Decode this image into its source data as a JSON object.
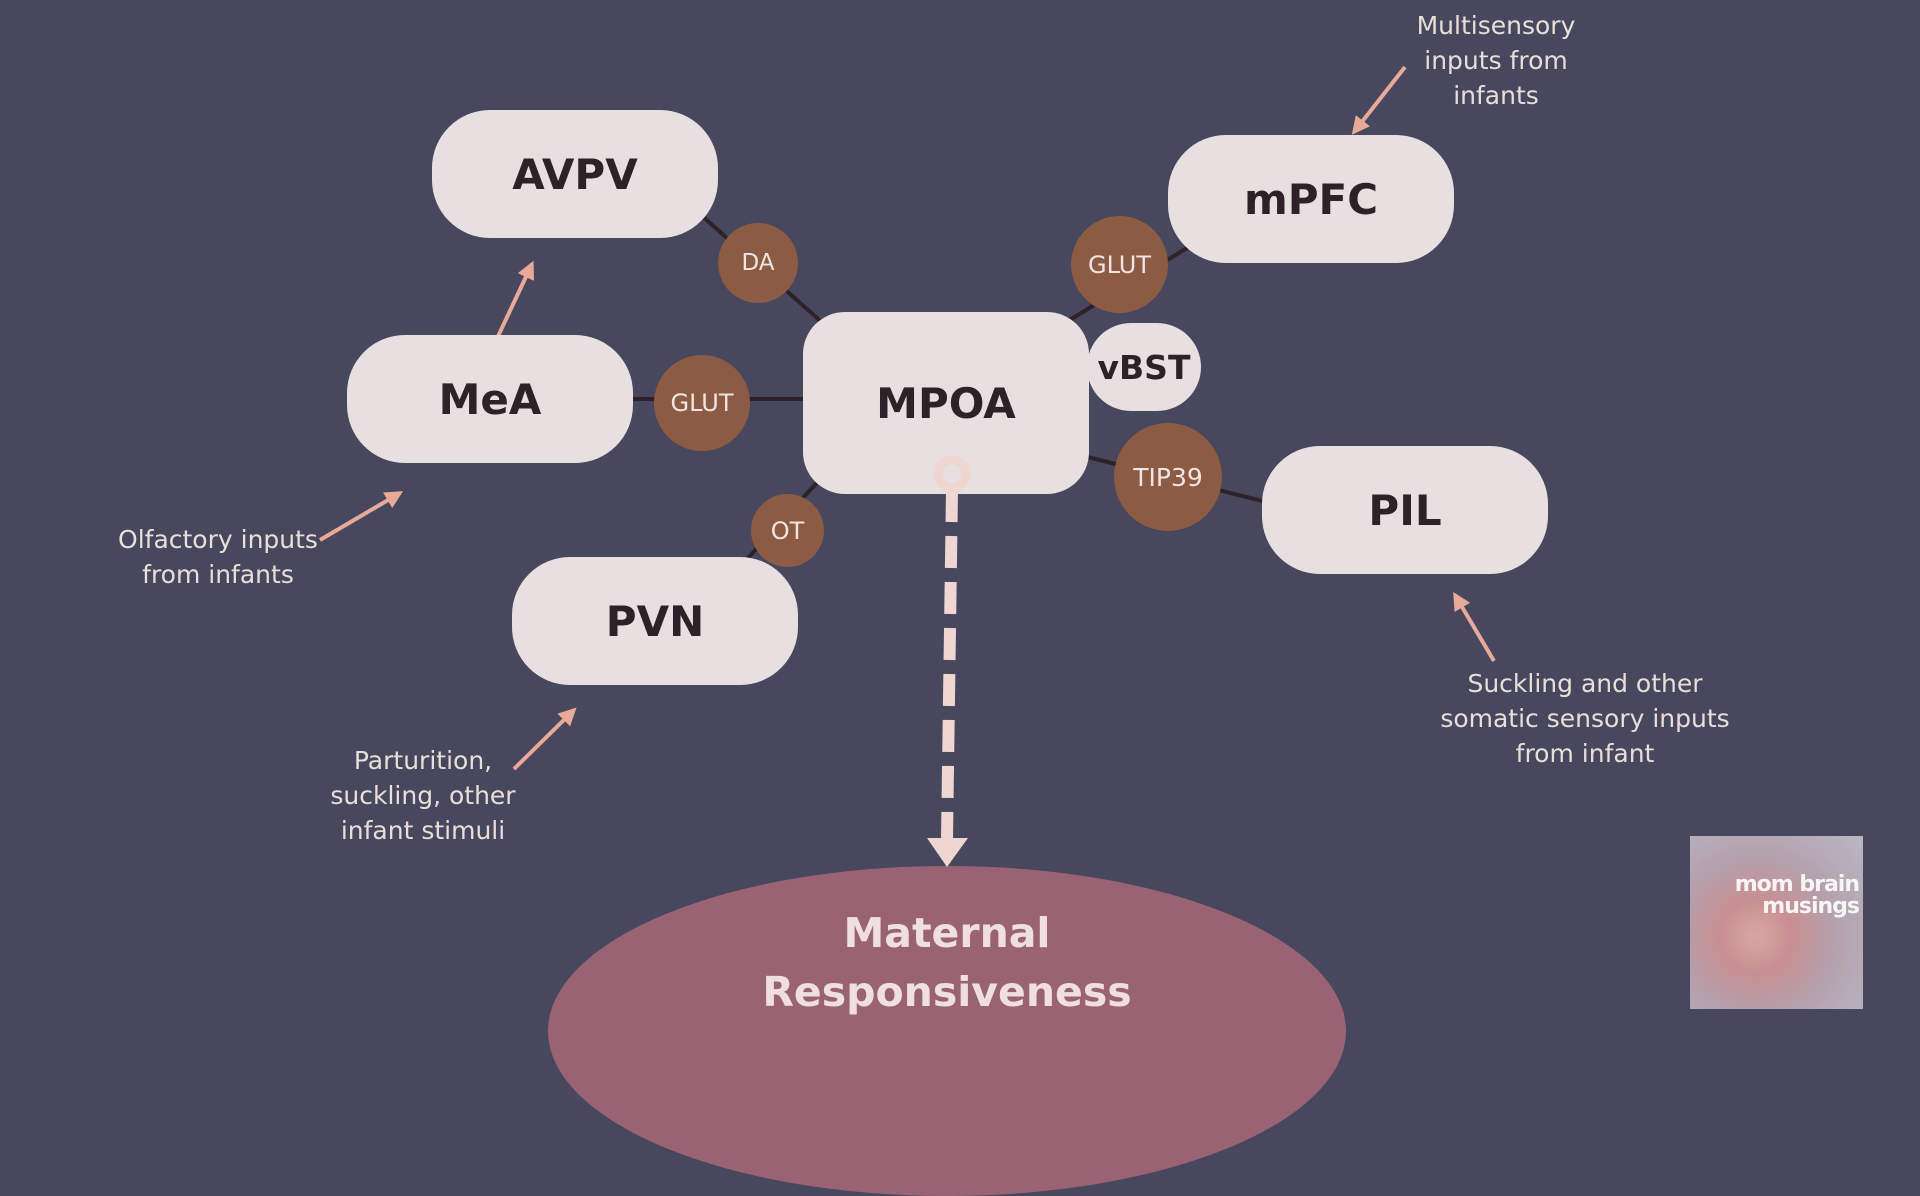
{
  "regions": {
    "avpv": "AVPV",
    "mpfc": "mPFC",
    "mea": "MeA",
    "mpoa": "MPOA",
    "vbst": "vBST",
    "pil": "PIL",
    "pvn": "PVN"
  },
  "transmitters": {
    "da": "DA",
    "glut_mpfc": "GLUT",
    "glut_mea": "GLUT",
    "tip39": "TIP39",
    "ot": "OT"
  },
  "inputs": {
    "multisensory": [
      "Multisensory",
      "inputs from",
      "infants"
    ],
    "olfactory": [
      "Olfactory inputs",
      "from infants"
    ],
    "parturition": [
      "Parturition,",
      "suckling, other",
      "infant stimuli"
    ],
    "suckling": [
      "Suckling and other",
      "somatic sensory inputs",
      "from infant"
    ]
  },
  "outcome": [
    "Maternal",
    "Responsiveness"
  ],
  "logo": [
    "mom brain",
    "musings"
  ],
  "colors": {
    "background": "#47475e",
    "region": "#e8dfe1",
    "transmitter": "#8c5b43",
    "connection": "#2e2127",
    "input_arrow": "#e8a998",
    "output_arrow": "#efd6d1",
    "outcome": "#9a6373"
  }
}
